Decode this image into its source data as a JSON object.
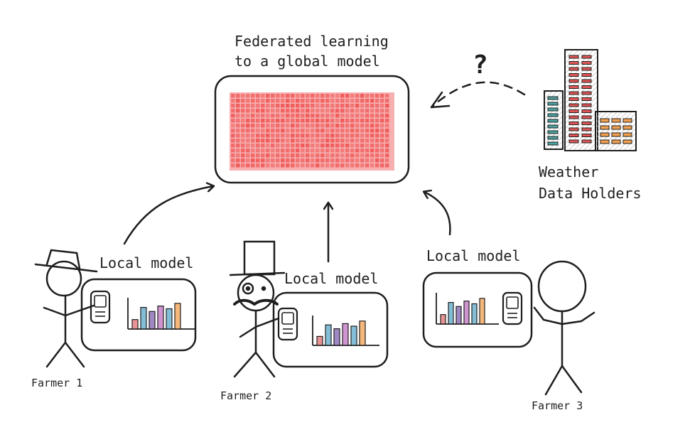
{
  "title": {
    "line1": "Federated learning",
    "line2": "to a global model"
  },
  "weather": {
    "line1": "Weather",
    "line2": "Data Holders",
    "question": "?"
  },
  "local_model_label": "Local model",
  "farmers": [
    {
      "name": "Farmer 1",
      "hat": "cowboy-hat"
    },
    {
      "name": "Farmer 2",
      "hat": "top-hat"
    },
    {
      "name": "Farmer 3",
      "hat": "none"
    }
  ],
  "colors": {
    "ink": "#1e1e1e",
    "global_model_fill": "#f05a5a",
    "building_fill": "#d9d9d9",
    "window_teal": "#4aa3a0",
    "window_red": "#e05555",
    "window_orange": "#f0a050",
    "bar_colors": [
      "#e07070",
      "#5ba8c8",
      "#8060b0",
      "#c070c0",
      "#5ba8c8",
      "#f0a050"
    ]
  },
  "local_chart_bars": [
    0.35,
    0.8,
    0.65,
    0.85,
    0.75,
    0.95
  ]
}
